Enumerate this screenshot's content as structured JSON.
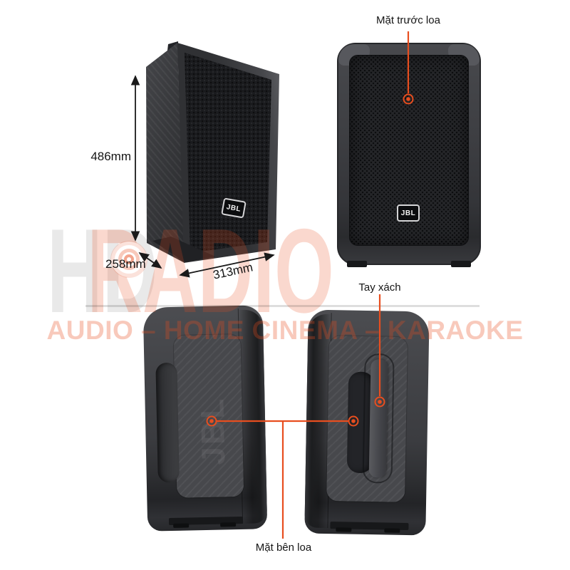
{
  "brand": {
    "logo_text": "JBL"
  },
  "dimensions": {
    "height": "486mm",
    "depth": "258mm",
    "width": "313mm"
  },
  "callouts": {
    "front": "Mặt trước loa",
    "handle": "Tay xách",
    "side": "Mặt bên loa",
    "line_color": "#e84e1f"
  },
  "watermark": {
    "logo_left": "HD",
    "logo_right": "RADIO",
    "tagline": "AUDIO – HOME CINEMA – KARAOKE",
    "accent_color": "#e74c1e"
  },
  "page": {
    "background": "#ffffff"
  }
}
